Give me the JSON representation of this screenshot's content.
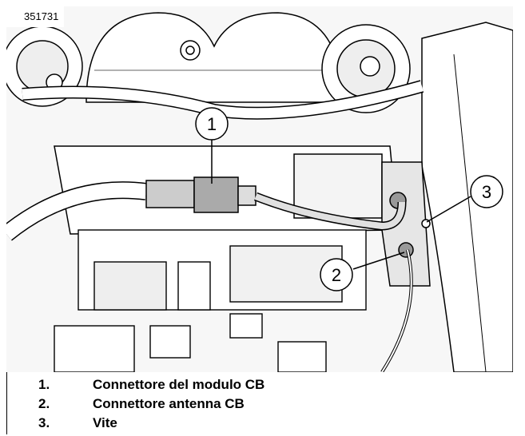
{
  "figure": {
    "id_label": "351731",
    "callouts": [
      {
        "number": "1"
      },
      {
        "number": "2"
      },
      {
        "number": "3"
      }
    ]
  },
  "legend": [
    {
      "number": "1.",
      "text": "Connettore del modulo CB"
    },
    {
      "number": "2.",
      "text": "Connettore antenna CB"
    },
    {
      "number": "3.",
      "text": "Vite"
    }
  ],
  "colors": {
    "line": "#000000",
    "shade": "#d4d4d4",
    "background": "#ffffff"
  }
}
